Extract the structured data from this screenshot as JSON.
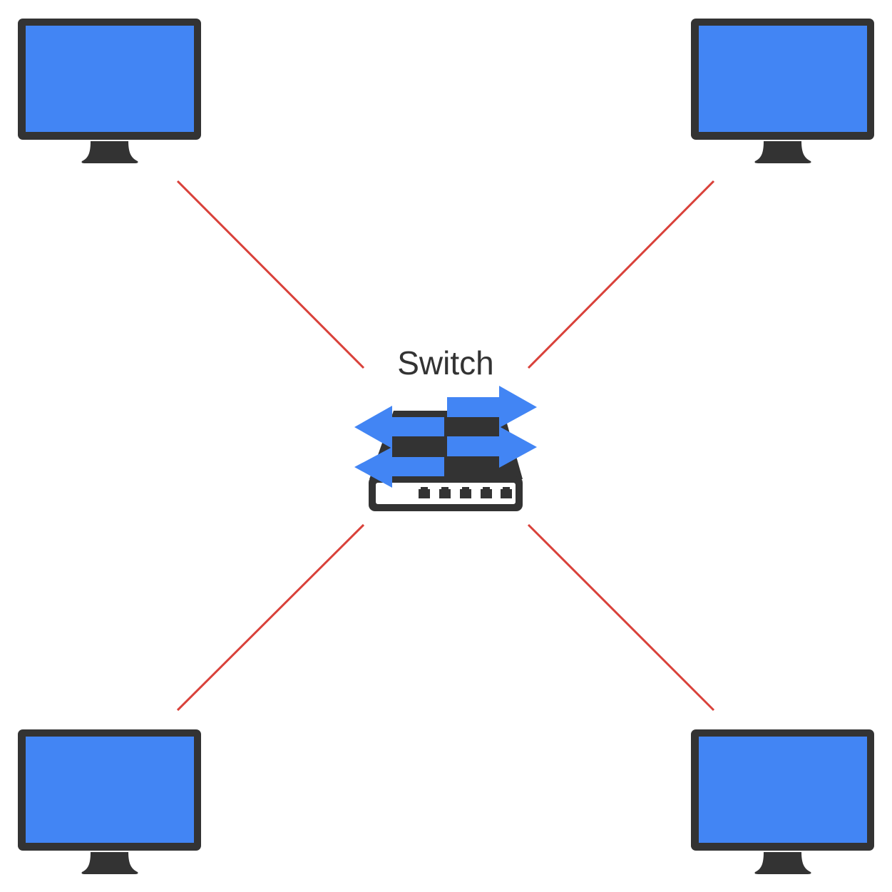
{
  "switch": {
    "label": "Switch"
  },
  "colors": {
    "screen": "#4285f4",
    "frame": "#333333",
    "link": "#d9413a",
    "background": "#ffffff"
  },
  "nodes": [
    {
      "type": "computer",
      "position": "top-left"
    },
    {
      "type": "computer",
      "position": "top-right"
    },
    {
      "type": "computer",
      "position": "bottom-left"
    },
    {
      "type": "computer",
      "position": "bottom-right"
    }
  ]
}
